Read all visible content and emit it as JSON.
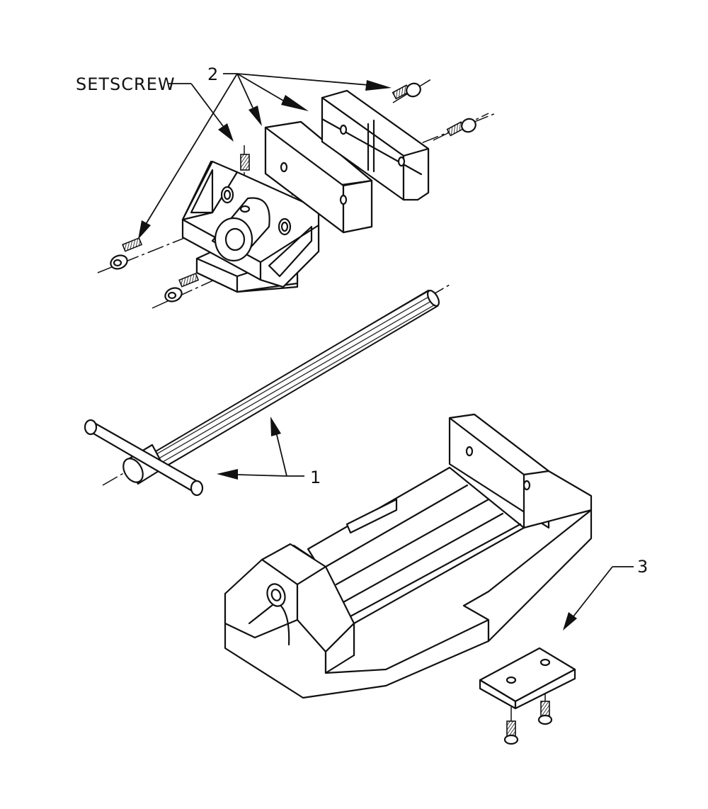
{
  "labels": {
    "setscrew": "SETSCREW",
    "item_1": "1",
    "item_2": "2",
    "item_3": "3"
  },
  "colors": {
    "line": "#111111",
    "background": "#ffffff"
  }
}
